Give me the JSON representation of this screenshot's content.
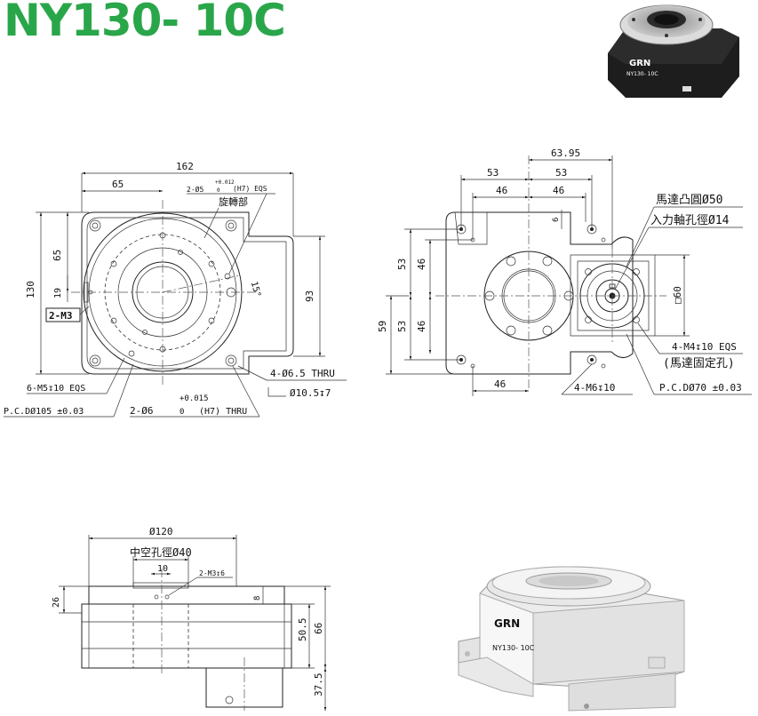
{
  "title": "NY130- 10C",
  "brand": "GRN",
  "model": "NY130- 10C",
  "top_left_view": {
    "dim_162": "162",
    "dim_65": "65",
    "dim_130": "130",
    "dim_65v": "65",
    "dim_19": "19",
    "dim_93": "93",
    "dim_15deg": "15°",
    "label_pin": "2-Ø5",
    "label_pin_tol": "+0.012",
    "label_pin_tol2": "0",
    "label_pin_h7": "(H7) EQS",
    "label_rotating": "旋轉部",
    "label_2m3": "2-M3",
    "label_6m5": "6-M5↧10 EQS",
    "label_pcd105": "P.C.DØ105 ±0.03",
    "label_2phi6": "2-Ø6",
    "label_phi6_tol": "+0.015",
    "label_phi6_tol2": "0",
    "label_phi6_h7": "(H7) THRU",
    "label_4phi65": "4-Ø6.5 THRU",
    "label_phi105": "Ø10.5↧7"
  },
  "top_right_view": {
    "dim_6395": "63.95",
    "dim_53a": "53",
    "dim_53b": "53",
    "dim_46a": "46",
    "dim_46b": "46",
    "dim_6": "6",
    "dim_53v": "53",
    "dim_46v": "46",
    "dim_53v2": "53",
    "dim_46v2": "46",
    "dim_59": "59",
    "dim_60": "□60",
    "dim_46bottom": "46",
    "label_motor_boss": "馬達凸圓Ø50",
    "label_input_shaft": "入力軸孔徑Ø14",
    "label_4m4": "4-M4↧10 EQS",
    "label_motor_fix": "(馬達固定孔)",
    "label_4m6": "4-M6↧10",
    "label_pcd70": "P.C.DØ70 ±0.03"
  },
  "side_view": {
    "dim_120": "Ø120",
    "label_hollow": "中空孔徑Ø40",
    "dim_10": "10",
    "label_2m3": "2-M3↧6",
    "dim_26": "26",
    "dim_8": "8",
    "dim_505": "50.5",
    "dim_66": "66",
    "dim_375": "37.5"
  },
  "colors": {
    "title": "#2aa64a",
    "line": "#222222",
    "product_dark": "#1e1e1e",
    "product_light": "#e9e9e9"
  }
}
